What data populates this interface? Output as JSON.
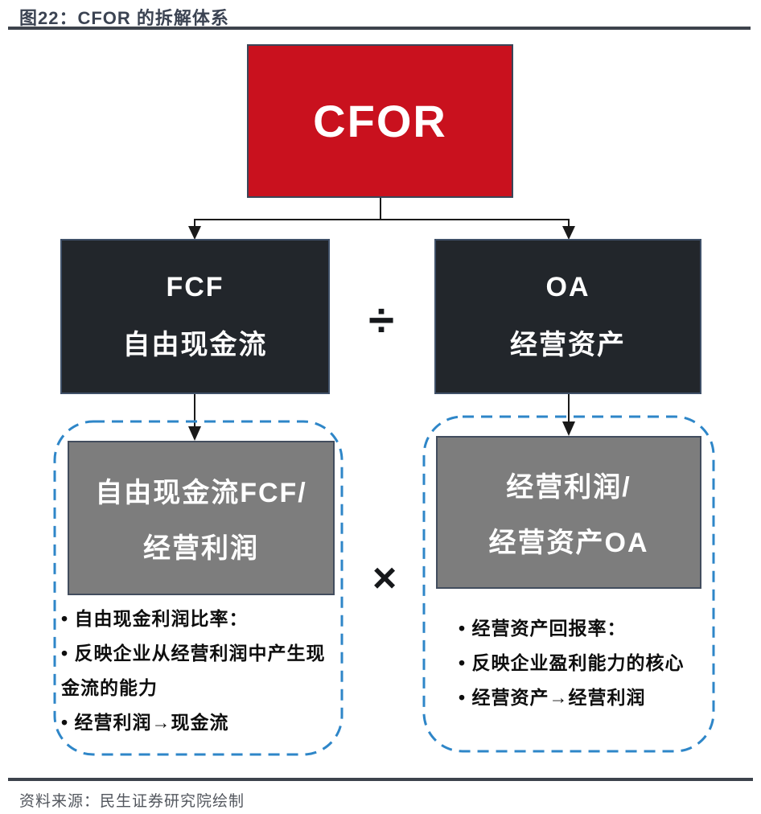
{
  "header": {
    "title": "图22：CFOR 的拆解体系"
  },
  "footer": {
    "source": "资料来源：民生证券研究院绘制"
  },
  "diagram": {
    "root": {
      "label": "CFOR"
    },
    "operators": {
      "divide": "÷",
      "multiply": "×"
    },
    "left": {
      "node": {
        "line1": "FCF",
        "line2": "自由现金流"
      },
      "ratio": {
        "line1": "自由现金流FCF/",
        "line2": "经营利润"
      },
      "bullets": [
        "• 自由现金利润比率：",
        "• 反映企业从经营利润中产生现金流的能力",
        "• 经营利润→现金流"
      ]
    },
    "right": {
      "node": {
        "line1": "OA",
        "line2": "经营资产"
      },
      "ratio": {
        "line1": "经营利润/",
        "line2": "经营资产OA"
      },
      "bullets": [
        "• 经营资产回报率：",
        "• 反映企业盈利能力的核心",
        "• 经营资产→经营利润"
      ]
    },
    "colors": {
      "root_bg": "#c9111e",
      "node_bg": "#22262b",
      "ratio_bg": "#7d7d7d",
      "dashed_border": "#2e86c8",
      "rule": "#3d434c",
      "title_text": "#3b4352",
      "source_text": "#53575e"
    }
  }
}
